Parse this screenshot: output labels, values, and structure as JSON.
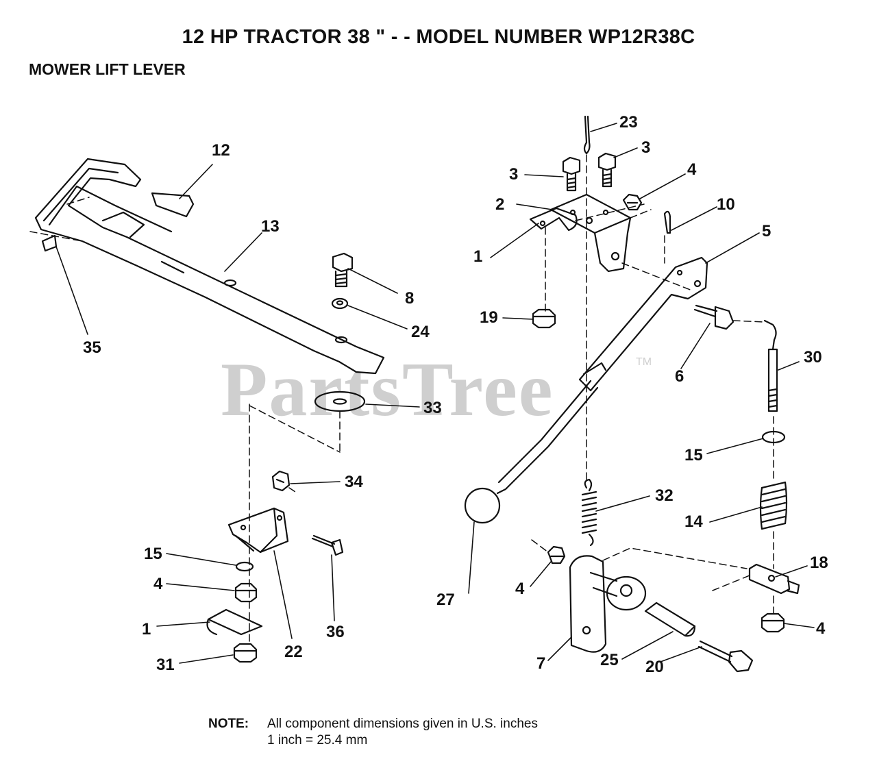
{
  "title": "12 HP TRACTOR  38 \" - - MODEL NUMBER WP12R38C",
  "subtitle": "MOWER LIFT LEVER",
  "watermark": "PartsTree",
  "watermark_tm": "TM",
  "note": {
    "key": "NOTE:",
    "line1": "All component dimensions given in U.S. inches",
    "line2": "1 inch = 25.4 mm"
  },
  "callouts": {
    "c12": "12",
    "c13": "13",
    "c35": "35",
    "c8": "8",
    "c24": "24",
    "c33": "33",
    "c34": "34",
    "c15a": "15",
    "c4a": "4",
    "c1a": "1",
    "c31": "31",
    "c22": "22",
    "c36": "36",
    "c23": "23",
    "c3a": "3",
    "c3b": "3",
    "c4b": "4",
    "c2": "2",
    "c10": "10",
    "c5": "5",
    "c1b": "1",
    "c19": "19",
    "c6": "6",
    "c30": "30",
    "c15b": "15",
    "c32": "32",
    "c14": "14",
    "c18": "18",
    "c27": "27",
    "c4c": "4",
    "c4d": "4",
    "c7": "7",
    "c25": "25",
    "c20": "20"
  }
}
